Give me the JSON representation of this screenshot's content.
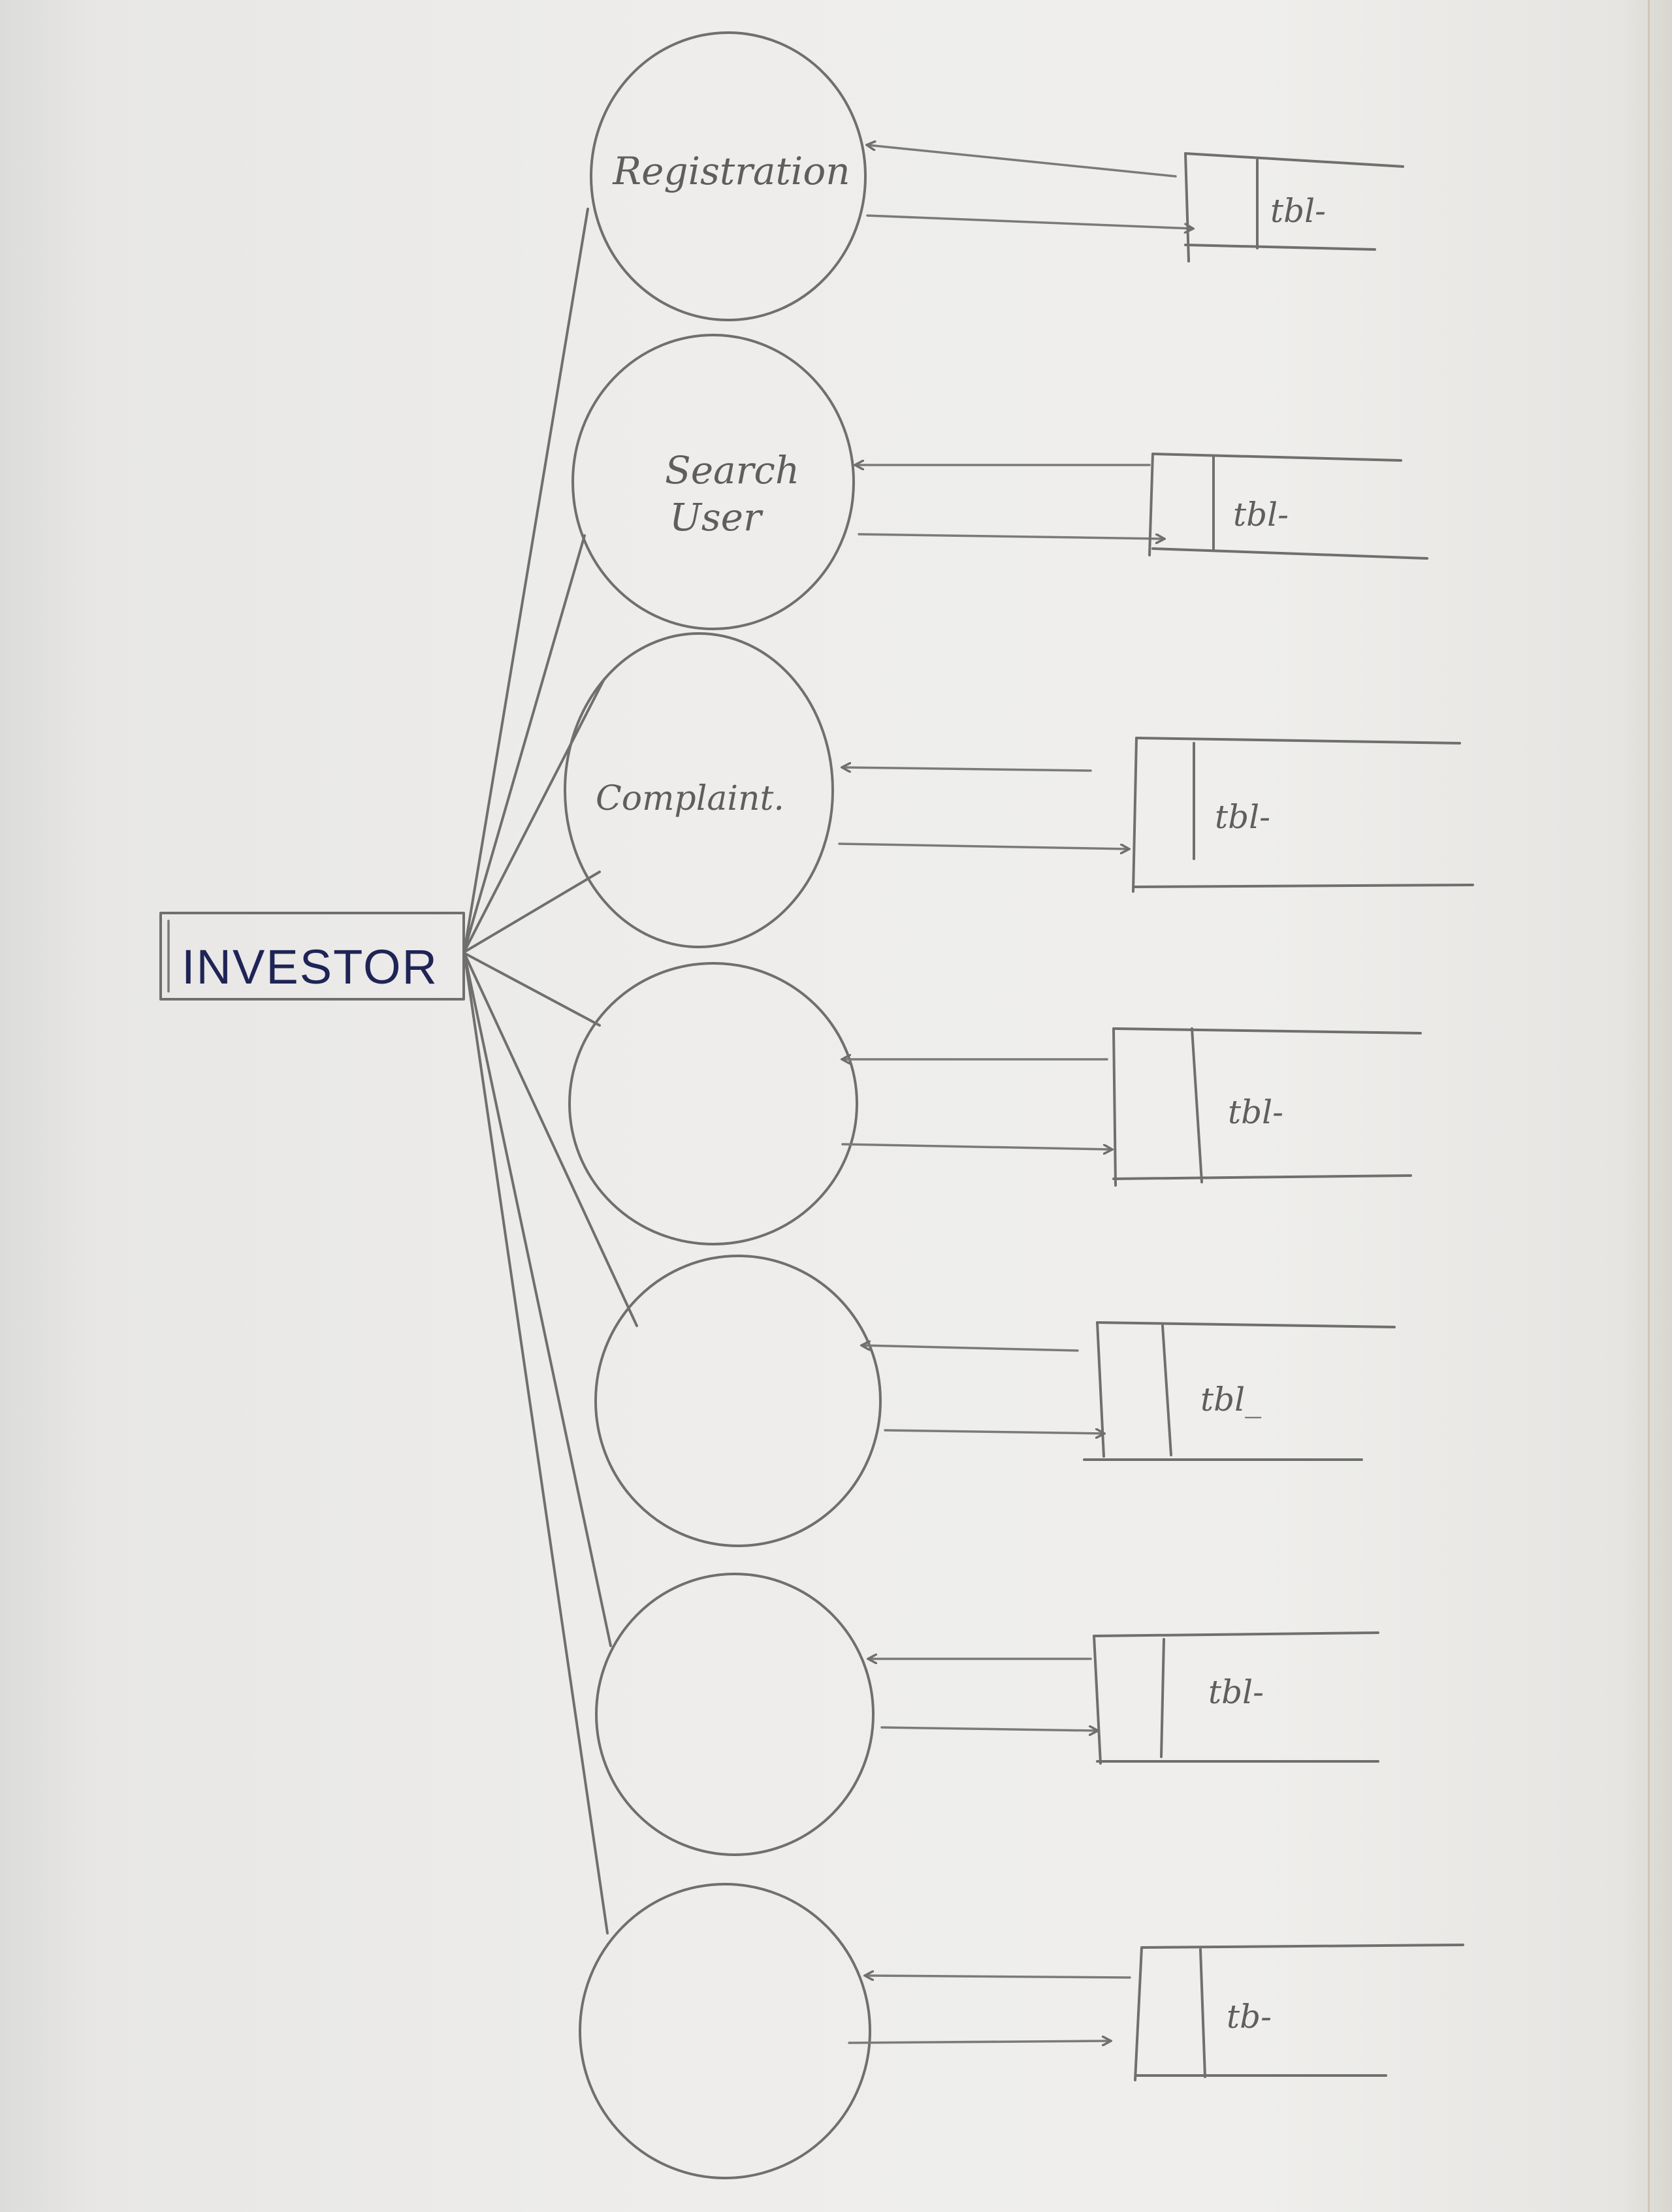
{
  "entity": {
    "label": "INVESTOR"
  },
  "processes": [
    {
      "label_line1": "Registration",
      "label_line2": "",
      "table_label": "tbl-"
    },
    {
      "label_line1": "Search",
      "label_line2": "User",
      "table_label": "tbl-"
    },
    {
      "label_line1": "Complaint.",
      "label_line2": "",
      "table_label": "tbl-"
    },
    {
      "label_line1": "",
      "label_line2": "",
      "table_label": "tbl-"
    },
    {
      "label_line1": "",
      "label_line2": "",
      "table_label": "tbl_"
    },
    {
      "label_line1": "",
      "label_line2": "",
      "table_label": "tbl-"
    },
    {
      "label_line1": "",
      "label_line2": "",
      "table_label": "tb-"
    }
  ]
}
